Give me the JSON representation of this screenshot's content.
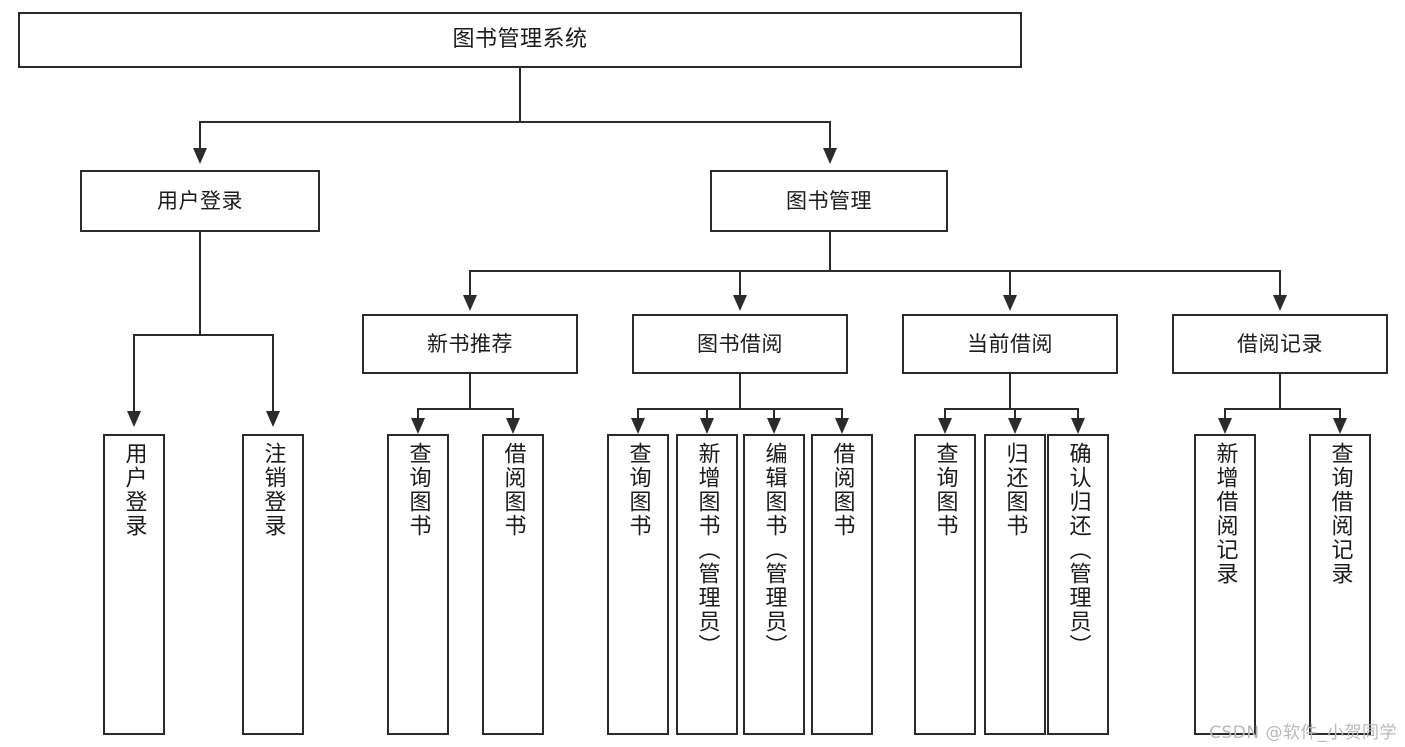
{
  "diagram": {
    "type": "tree-hierarchy",
    "title": "图书管理系统",
    "watermark": "CSDN @软件_小贺同学",
    "colors": {
      "stroke": "#2b2b2b",
      "fill": "#ffffff",
      "text": "#1b1b1b",
      "watermark": "#b9b9b9"
    },
    "root": {
      "label": "图书管理系统"
    },
    "level2": [
      {
        "id": "user-login",
        "label": "用户登录"
      },
      {
        "id": "book-manage",
        "label": "图书管理"
      }
    ],
    "level3": [
      {
        "id": "new-book-recommend",
        "label": "新书推荐"
      },
      {
        "id": "book-borrow",
        "label": "图书借阅"
      },
      {
        "id": "current-borrow",
        "label": "当前借阅"
      },
      {
        "id": "borrow-record",
        "label": "借阅记录"
      }
    ],
    "leaves": {
      "user_login": [
        {
          "id": "leaf-user-login",
          "label": "用户登录"
        },
        {
          "id": "leaf-logout",
          "label": "注销登录"
        }
      ],
      "new_book_recommend": [
        {
          "id": "leaf-query-book-1",
          "label": "查询图书"
        },
        {
          "id": "leaf-borrow-book-1",
          "label": "借阅图书"
        }
      ],
      "book_borrow": [
        {
          "id": "leaf-query-book-2",
          "label": "查询图书"
        },
        {
          "id": "leaf-add-book",
          "label": "新增图书（管理员）"
        },
        {
          "id": "leaf-edit-book",
          "label": "编辑图书（管理员）"
        },
        {
          "id": "leaf-borrow-book-2",
          "label": "借阅图书"
        }
      ],
      "current_borrow": [
        {
          "id": "leaf-query-book-3",
          "label": "查询图书"
        },
        {
          "id": "leaf-return-book",
          "label": "归还图书"
        },
        {
          "id": "leaf-confirm-return",
          "label": "确认归还（管理员）"
        }
      ],
      "borrow_record": [
        {
          "id": "leaf-add-record",
          "label": "新增借阅记录"
        },
        {
          "id": "leaf-query-record",
          "label": "查询借阅记录"
        }
      ]
    }
  }
}
